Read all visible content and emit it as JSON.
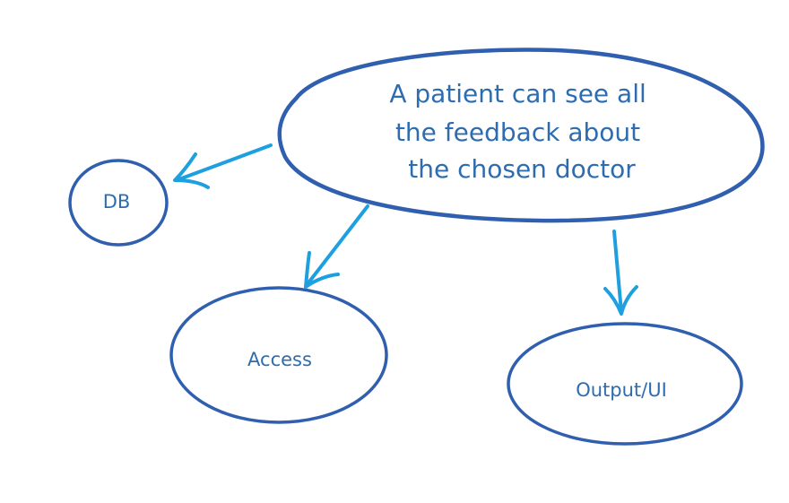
{
  "diagram": {
    "type": "mind-map",
    "colors": {
      "outline": "#2f5fae",
      "arrow": "#1ea0e0",
      "text": "#2e6cb0"
    },
    "central": {
      "lines": [
        "A patient can see all",
        "the feedback about",
        "the chosen doctor"
      ]
    },
    "nodes": {
      "db": {
        "label": "DB"
      },
      "access": {
        "label": "Access"
      },
      "output": {
        "label": "Output/UI"
      }
    },
    "edges": [
      {
        "from": "central",
        "to": "db"
      },
      {
        "from": "central",
        "to": "access"
      },
      {
        "from": "central",
        "to": "output"
      }
    ]
  }
}
